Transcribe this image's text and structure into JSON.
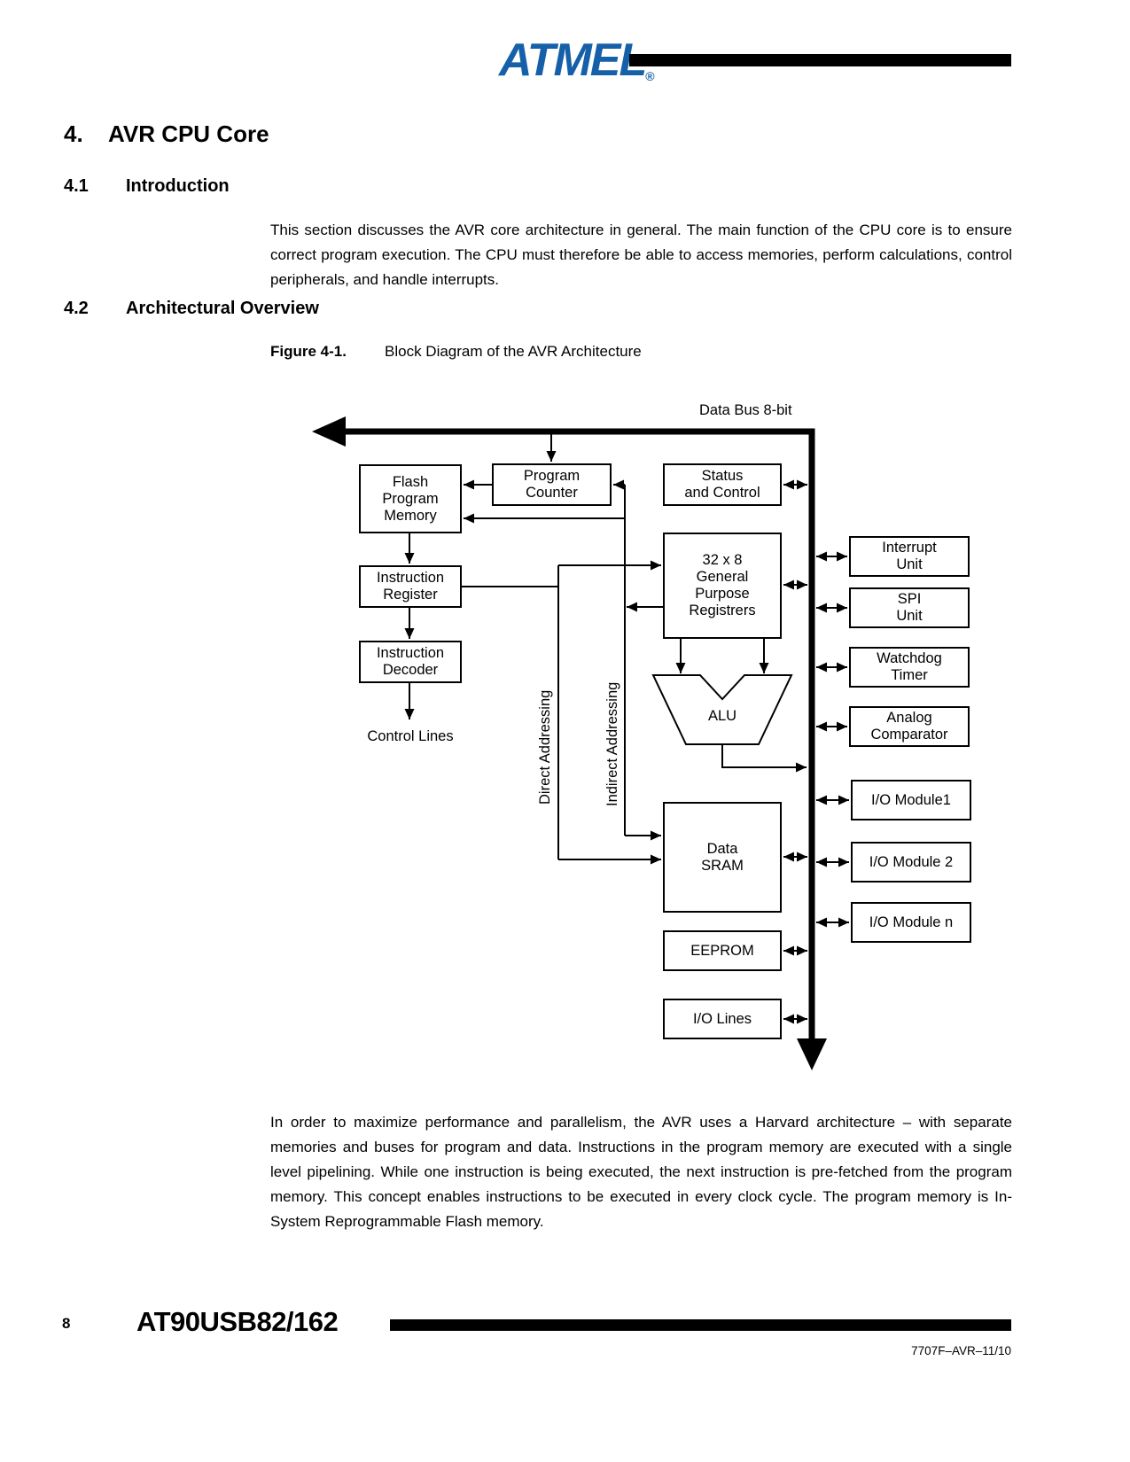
{
  "header": {
    "logo_text": "ATMEL",
    "logo_reg": "®"
  },
  "headings": {
    "h1_num": "4.",
    "h1_title": "AVR CPU Core",
    "s41_num": "4.1",
    "s41_title": "Introduction",
    "s42_num": "4.2",
    "s42_title": "Architectural Overview"
  },
  "paragraphs": {
    "intro": "This section discusses the AVR core architecture in general. The main function of the CPU core is to ensure correct program execution. The CPU must therefore be able to access memories, perform calculations, control peripherals, and handle interrupts.",
    "overview": "In order to maximize performance and parallelism, the AVR uses a Harvard architecture – with separate memories and buses for program and data. Instructions in the program memory are executed with a single level pipelining. While one instruction is being executed, the next instruction is pre-fetched from the program memory. This concept enables instructions to be executed in every clock cycle. The program memory is In-System Reprogrammable Flash memory."
  },
  "figure": {
    "label": "Figure 4-1.",
    "caption": "Block Diagram of the AVR Architecture"
  },
  "diagram": {
    "bus_label": "Data Bus 8-bit",
    "boxes": {
      "flash": "Flash\nProgram\nMemory",
      "program_counter": "Program\nCounter",
      "status_control": "Status\nand Control",
      "instruction_register": "Instruction\nRegister",
      "gp_registers": "32 x 8\nGeneral\nPurpose\nRegistrers",
      "instruction_decoder": "Instruction\nDecoder",
      "data_sram": "Data\nSRAM",
      "eeprom": "EEPROM",
      "io_lines": "I/O Lines",
      "interrupt_unit": "Interrupt\nUnit",
      "spi_unit": "SPI\nUnit",
      "watchdog_timer": "Watchdog\nTimer",
      "analog_comparator": "Analog\nComparator",
      "io_module_1": "I/O Module1",
      "io_module_2": "I/O Module 2",
      "io_module_n": "I/O Module n"
    },
    "labels": {
      "control_lines": "Control Lines",
      "direct_addressing": "Direct Addressing",
      "indirect_addressing": "Indirect Addressing",
      "alu": "ALU"
    }
  },
  "footer": {
    "page_number": "8",
    "part_number": "AT90USB82/162",
    "doc_ref": "7707F–AVR–11/10"
  }
}
